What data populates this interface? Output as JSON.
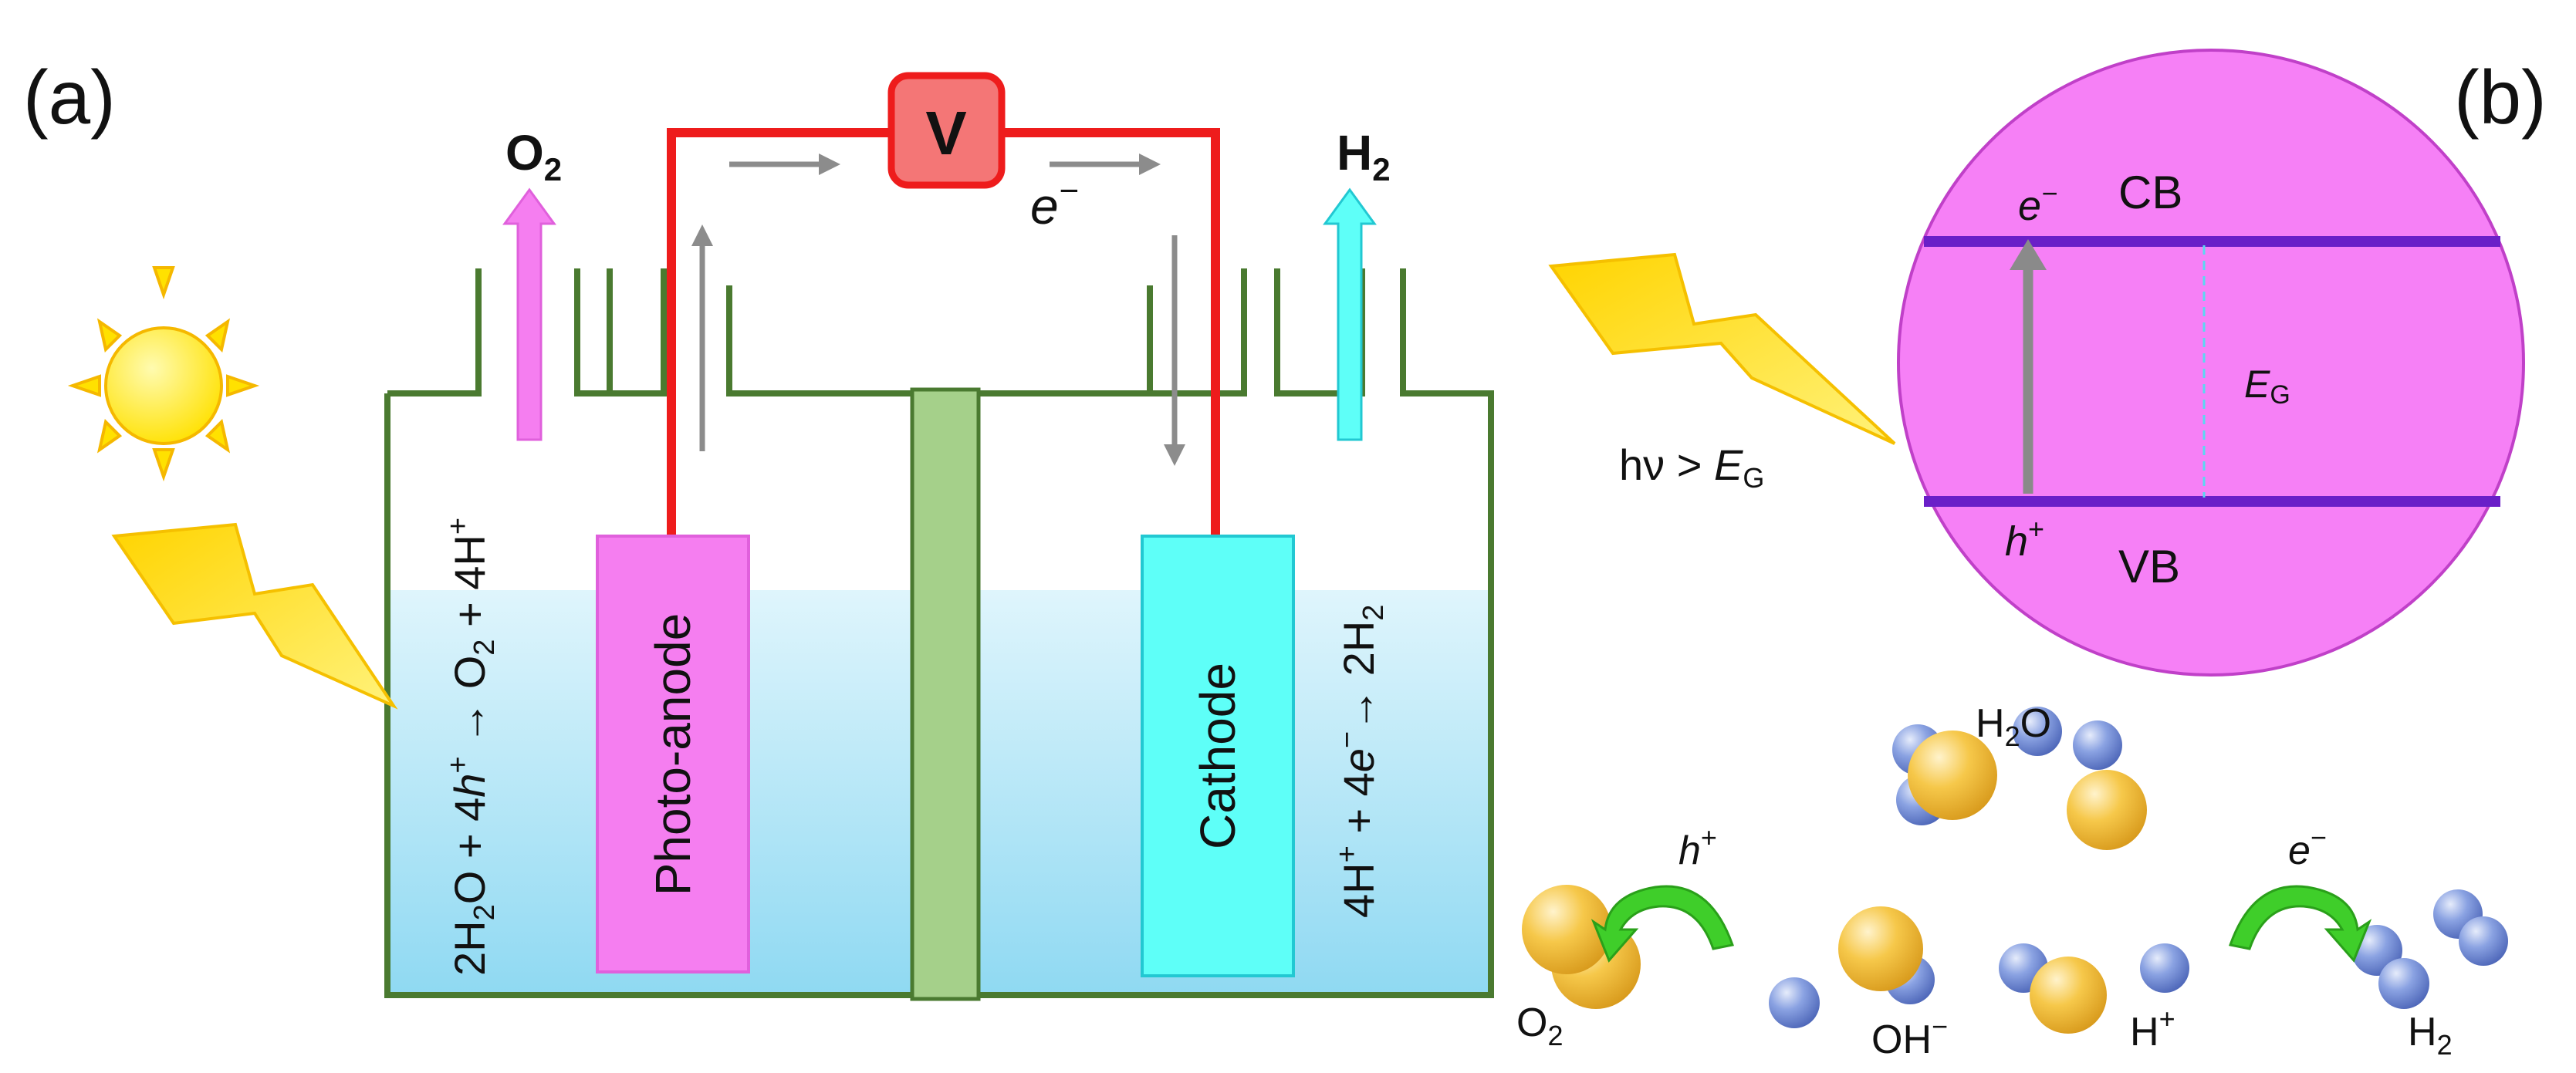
{
  "panel_a": {
    "label": "(a)",
    "voltmeter": "V",
    "gas_left": {
      "base": "O",
      "sub": "2"
    },
    "gas_right": {
      "base": "H",
      "sub": "2"
    },
    "electron_label": {
      "base": "e",
      "sup": "−"
    },
    "photoanode": "Photo-anode",
    "cathode": "Cathode",
    "anode_reaction": [
      {
        "t": "2H"
      },
      {
        "t": "2",
        "s": "sub"
      },
      {
        "t": "O + 4"
      },
      {
        "t": "h",
        "i": true
      },
      {
        "t": "+",
        "s": "sup"
      },
      {
        "t": " → O"
      },
      {
        "t": "2",
        "s": "sub"
      },
      {
        "t": " + 4H"
      },
      {
        "t": "+",
        "s": "sup"
      }
    ],
    "cathode_reaction": [
      {
        "t": "4H"
      },
      {
        "t": "+",
        "s": "sup"
      },
      {
        "t": " + 4"
      },
      {
        "t": "e",
        "i": true
      },
      {
        "t": "−",
        "s": "sup"
      },
      {
        "t": "→ 2H"
      },
      {
        "t": "2",
        "s": "sub"
      }
    ]
  },
  "panel_b": {
    "label": "(b)",
    "photon_condition": {
      "text": "hν > ",
      "e": "E",
      "sub": "G"
    },
    "cb": "CB",
    "vb": "VB",
    "electron": {
      "base": "e",
      "sup": "−"
    },
    "hole": {
      "base": "h",
      "sup": "+"
    },
    "gap": {
      "base": "E",
      "sub": "G"
    },
    "molecules": {
      "h2o": {
        "base": "H",
        "sub": "2",
        "tail": "O"
      },
      "o2": {
        "base": "O",
        "sub": "2"
      },
      "oh": {
        "base": "OH",
        "sup": "−"
      },
      "hplus": {
        "base": "H",
        "sup": "+"
      },
      "h2": {
        "base": "H",
        "sub": "2"
      },
      "hole_arrow": {
        "base": "h",
        "sup": "+"
      },
      "electron_arrow": {
        "base": "e",
        "sup": "−"
      }
    }
  },
  "colors": {
    "cell_wall": "#4a7a30",
    "wire": "#ee1c1c",
    "photoanode": "#f57ef0",
    "cathode": "#5efff8",
    "membrane": "#a5d08a",
    "sphere": "#f680f6",
    "band": "#6a1fc8",
    "oxygen_atom": "#f4c24a",
    "hydrogen_atom": "#7890d8",
    "curved_arrow": "#3fce2a"
  }
}
